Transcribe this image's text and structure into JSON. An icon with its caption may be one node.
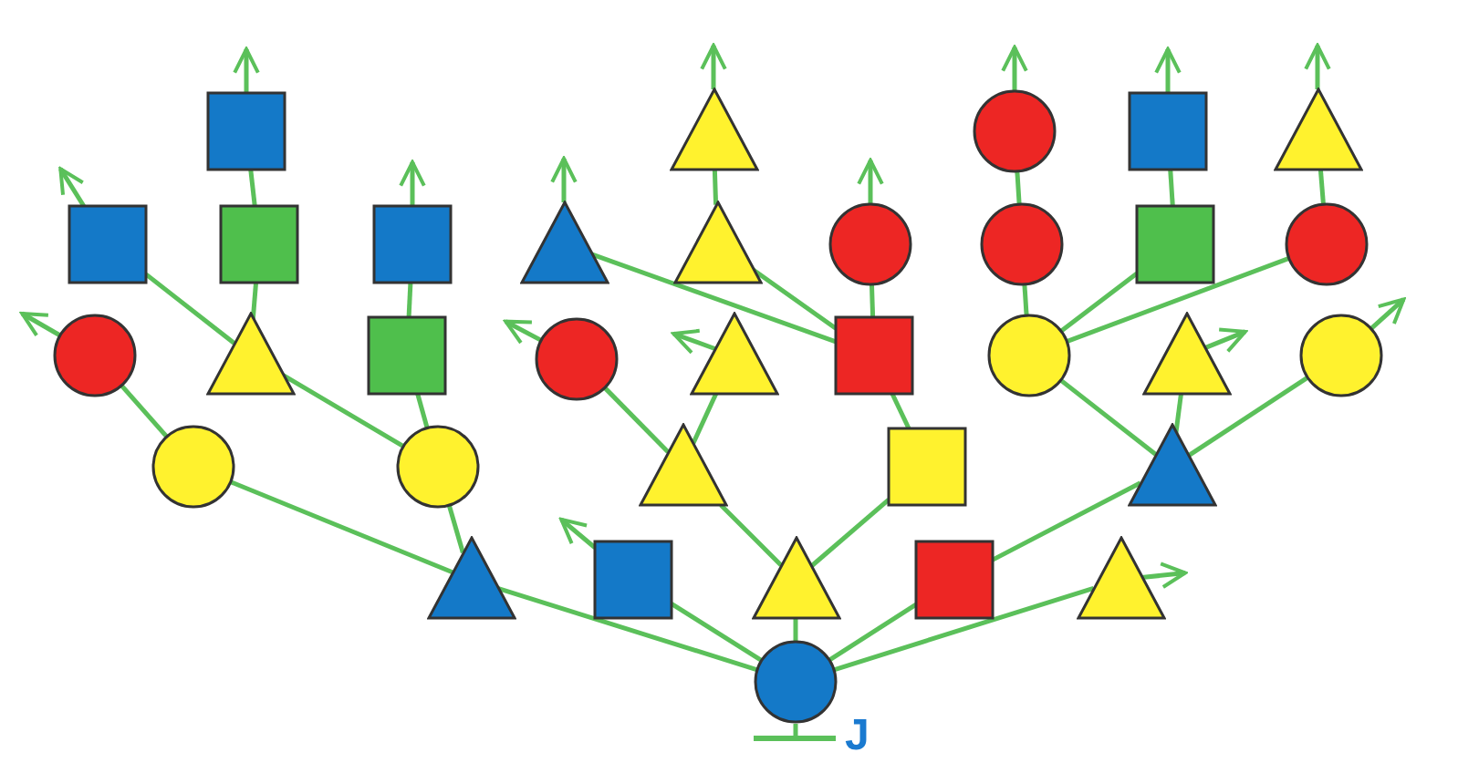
{
  "diagram": {
    "nodes": [
      {
        "text": [],
        "shape": "square"
      },
      {
        "text": [],
        "shape": "triangle"
      },
      {
        "text": [],
        "shape": "circle"
      },
      {
        "text": [],
        "shape": "square"
      },
      {
        "text": [],
        "shape": "triangle"
      },
      {
        "text": [],
        "shape": "square"
      },
      {
        "text": [],
        "shape": "square"
      },
      {
        "text": [],
        "shape": "square"
      },
      {
        "text": [],
        "shape": "triangle"
      },
      {
        "text": [],
        "shape": "triangle"
      },
      {
        "text": [],
        "shape": "circle"
      },
      {
        "text": [],
        "shape": "circle"
      },
      {
        "text": [],
        "shape": "square"
      },
      {
        "text": [],
        "shape": "circle"
      },
      {
        "text": [],
        "shape": "circle"
      },
      {
        "text": [],
        "shape": "triangle"
      },
      {
        "text": [],
        "shape": "square"
      },
      {
        "text": [],
        "shape": "circle"
      },
      {
        "text": [],
        "shape": "triangle"
      },
      {
        "text": [],
        "shape": "square"
      },
      {
        "text": [],
        "shape": "circle"
      },
      {
        "text": [],
        "shape": "triangle"
      },
      {
        "text": [],
        "shape": "circle"
      },
      {
        "text": [],
        "shape": "circle"
      },
      {
        "text": [],
        "shape": "circle"
      },
      {
        "text": [],
        "shape": "triangle"
      },
      {
        "text": [],
        "shape": "square"
      },
      {
        "text": [],
        "shape": "triangle"
      },
      {
        "text": [],
        "shape": "triangle"
      },
      {
        "text": [],
        "shape": "square"
      },
      {
        "text": [],
        "shape": "triangle"
      },
      {
        "text": [],
        "shape": "square"
      },
      {
        "text": [],
        "shape": "triangle"
      },
      {
        "text": [],
        "shape": "circle"
      }
    ],
    "edges": [
      {
        "from": 33,
        "to": 28,
        "arrow": "none"
      },
      {
        "from": 33,
        "to": 29,
        "arrow": "none"
      },
      {
        "from": 33,
        "to": 30,
        "arrow": "none"
      },
      {
        "from": 33,
        "to": 31,
        "arrow": "none"
      },
      {
        "from": 33,
        "to": 32,
        "arrow": "none"
      },
      {
        "from": 28,
        "to": 23,
        "arrow": "none"
      },
      {
        "from": 28,
        "to": 24,
        "arrow": "none"
      },
      {
        "from": 23,
        "to": 14,
        "arrow": "none"
      },
      {
        "from": 24,
        "to": 15,
        "arrow": "none"
      },
      {
        "from": 24,
        "to": 16,
        "arrow": "none"
      },
      {
        "from": 15,
        "to": 5,
        "arrow": "none"
      },
      {
        "from": 15,
        "to": 6,
        "arrow": "none"
      },
      {
        "from": 6,
        "to": 0,
        "arrow": "none"
      },
      {
        "from": 16,
        "to": 7,
        "arrow": "none"
      },
      {
        "from": 30,
        "to": 25,
        "arrow": "none"
      },
      {
        "from": 30,
        "to": 26,
        "arrow": "none"
      },
      {
        "from": 25,
        "to": 17,
        "arrow": "none"
      },
      {
        "from": 25,
        "to": 18,
        "arrow": "none"
      },
      {
        "from": 26,
        "to": 19,
        "arrow": "none"
      },
      {
        "from": 19,
        "to": 8,
        "arrow": "none"
      },
      {
        "from": 19,
        "to": 9,
        "arrow": "none"
      },
      {
        "from": 19,
        "to": 10,
        "arrow": "none"
      },
      {
        "from": 9,
        "to": 1,
        "arrow": "none"
      },
      {
        "from": 31,
        "to": 27,
        "arrow": "none"
      },
      {
        "from": 27,
        "to": 20,
        "arrow": "none"
      },
      {
        "from": 27,
        "to": 21,
        "arrow": "none"
      },
      {
        "from": 27,
        "to": 22,
        "arrow": "none"
      },
      {
        "from": 20,
        "to": 11,
        "arrow": "none"
      },
      {
        "from": 20,
        "to": 12,
        "arrow": "none"
      },
      {
        "from": 20,
        "to": 13,
        "arrow": "none"
      },
      {
        "from": 11,
        "to": 2,
        "arrow": "none"
      },
      {
        "from": 12,
        "to": 3,
        "arrow": "none"
      },
      {
        "from": 13,
        "to": 4,
        "arrow": "none"
      },
      {
        "from": 0,
        "to": null,
        "arrow": "to"
      },
      {
        "from": 1,
        "to": null,
        "arrow": "to"
      },
      {
        "from": 2,
        "to": null,
        "arrow": "to"
      },
      {
        "from": 3,
        "to": null,
        "arrow": "to"
      },
      {
        "from": 4,
        "to": null,
        "arrow": "to"
      },
      {
        "from": 5,
        "to": null,
        "arrow": "to"
      },
      {
        "from": 7,
        "to": null,
        "arrow": "to"
      },
      {
        "from": 8,
        "to": null,
        "arrow": "to"
      },
      {
        "from": 10,
        "to": null,
        "arrow": "to"
      },
      {
        "from": 14,
        "to": null,
        "arrow": "to"
      },
      {
        "from": 17,
        "to": null,
        "arrow": "to"
      },
      {
        "from": 18,
        "to": null,
        "arrow": "to"
      },
      {
        "from": 21,
        "to": null,
        "arrow": "to"
      },
      {
        "from": 22,
        "to": null,
        "arrow": "to"
      },
      {
        "from": 29,
        "to": null,
        "arrow": "to"
      },
      {
        "from": 32,
        "to": null,
        "arrow": "to"
      }
    ],
    "labels": [
      "J"
    ]
  }
}
